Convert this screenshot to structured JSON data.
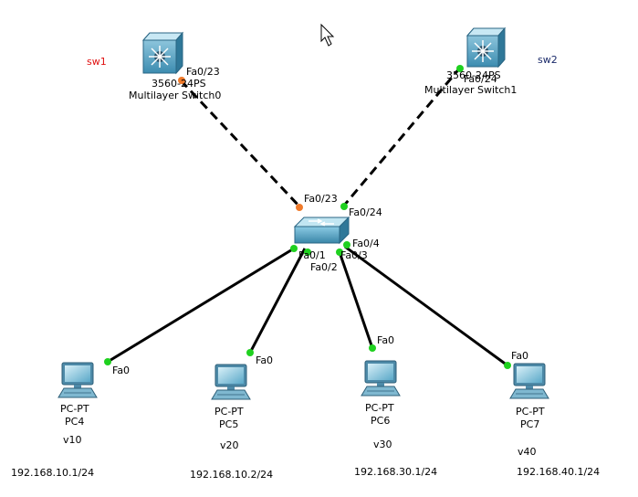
{
  "colors": {
    "link_green": "#1fd11f",
    "link_orange": "#f07a2a",
    "switch_blue": "#3f8fb0",
    "hostname_red": "#e01010"
  },
  "devices": {
    "msw0": {
      "model": "3560-24PS",
      "name": "Multilayer Switch0",
      "hostname": "sw1",
      "port": "Fa0/23",
      "icon": "multilayer-switch-icon"
    },
    "msw1": {
      "model": "3560-24PS",
      "name": "Multilayer Switch1",
      "hostname": "sw2",
      "port": "Fa0/24",
      "icon": "multilayer-switch-icon"
    },
    "center_switch": {
      "icon": "switch-icon",
      "ports": {
        "to_msw0": "Fa0/23",
        "to_msw1": "Fa0/24",
        "to_pc4": "Fa0/1",
        "to_pc5": "Fa0/2",
        "to_pc6": "Fa0/3",
        "to_pc7": "Fa0/4"
      }
    },
    "pcs": [
      {
        "type": "PC-PT",
        "name": "PC4",
        "vlan": "v10",
        "ip": "192.168.10.1/24",
        "port": "Fa0"
      },
      {
        "type": "PC-PT",
        "name": "PC5",
        "vlan": "v20",
        "ip": "192.168.10.2/24",
        "port": "Fa0"
      },
      {
        "type": "PC-PT",
        "name": "PC6",
        "vlan": "v30",
        "ip": "192.168.30.1/24",
        "port": "Fa0"
      },
      {
        "type": "PC-PT",
        "name": "PC7",
        "vlan": "v40",
        "ip": "192.168.40.1/24",
        "port": "Fa0"
      }
    ]
  }
}
